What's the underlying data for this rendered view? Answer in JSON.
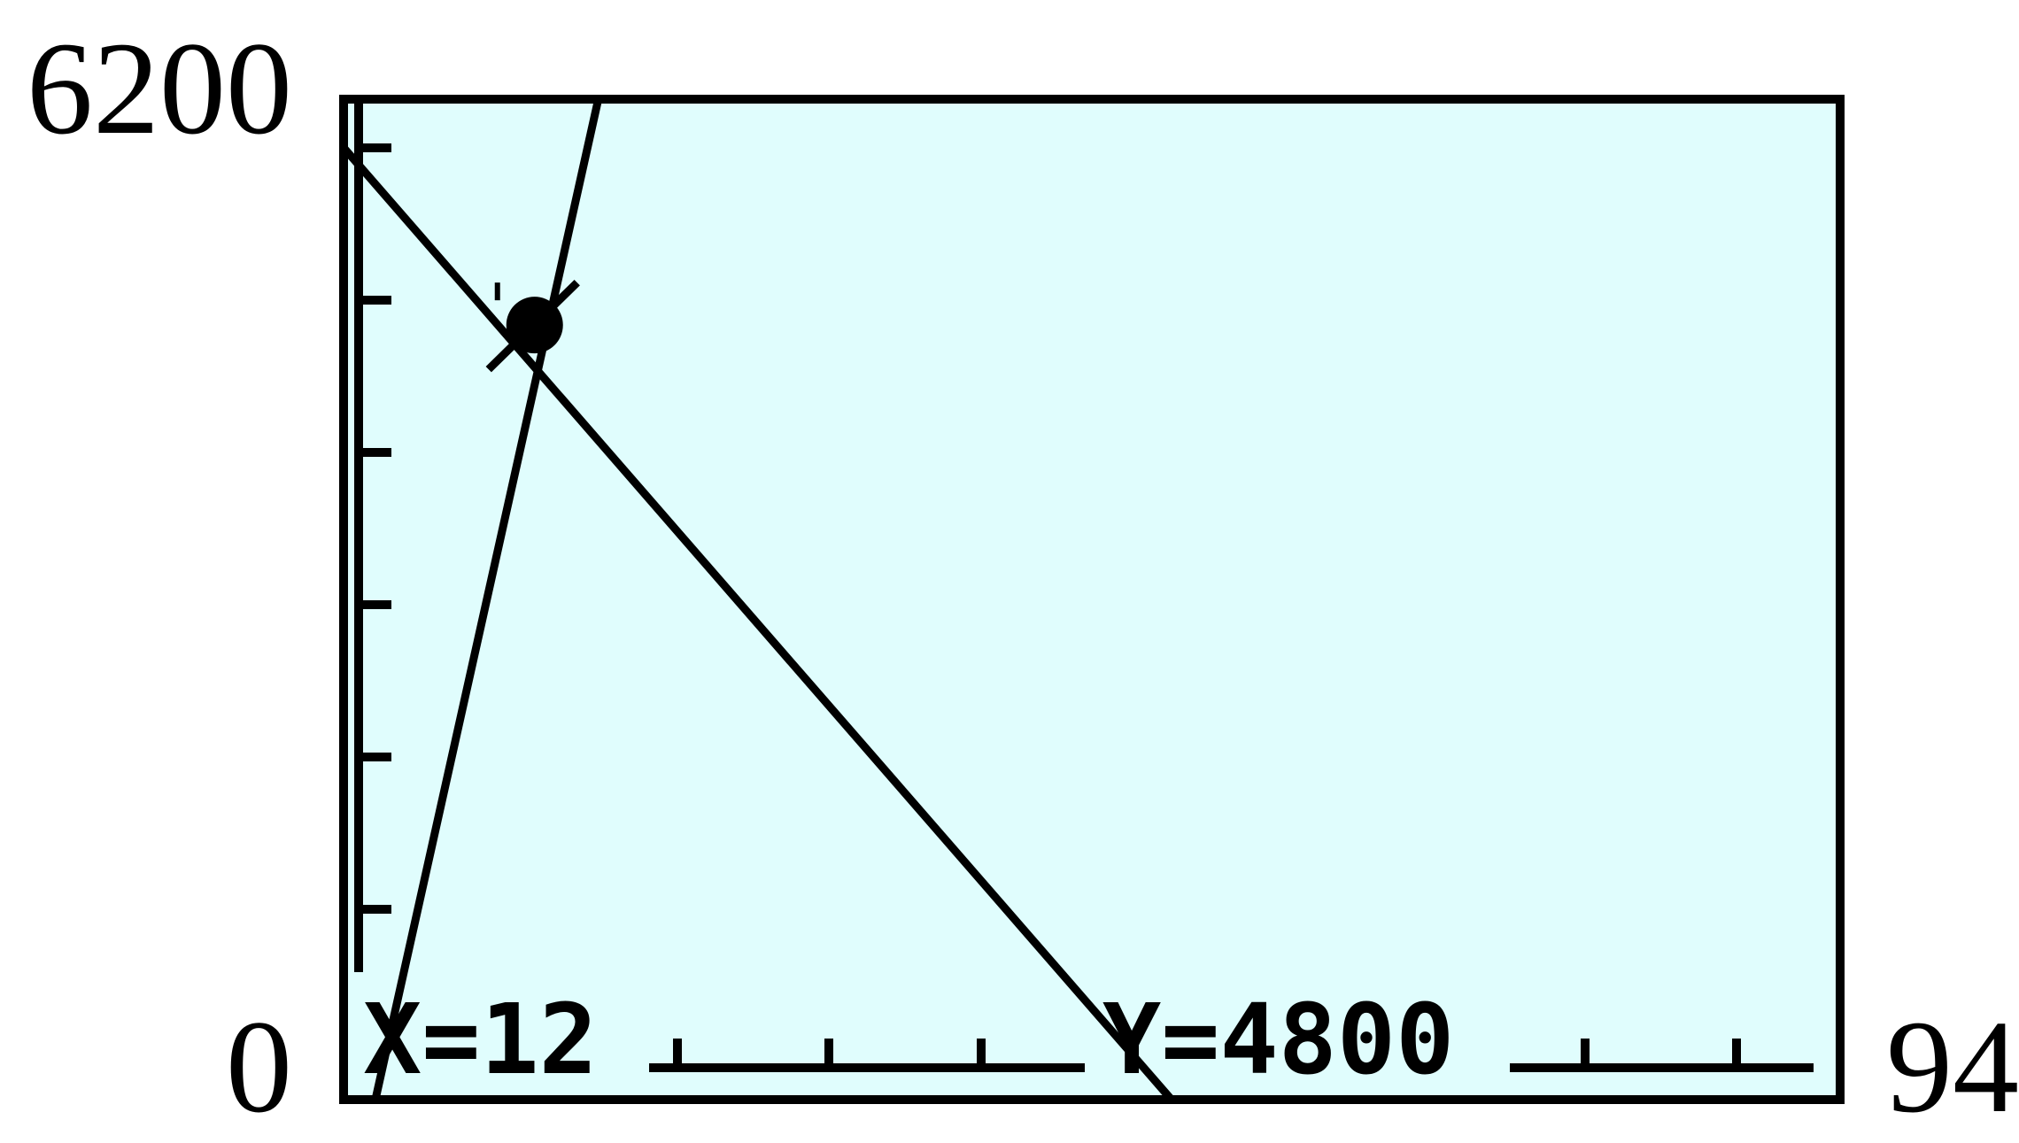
{
  "chart_data": {
    "type": "line",
    "xlim": [
      0,
      94
    ],
    "ylim": [
      0,
      6200
    ],
    "x_min_label": "0",
    "x_max_label": "94",
    "y_max_label": "6200",
    "y_tick_count": 6,
    "x_tick_count": 5,
    "series": [
      {
        "x": [
          2,
          16
        ],
        "y": [
          0,
          6200
        ]
      },
      {
        "x": [
          0,
          52
        ],
        "y": [
          5900,
          0
        ]
      }
    ],
    "intersection": {
      "x": 12,
      "y": 4800
    },
    "readout": {
      "x_text": "X=12",
      "y_text": "Y=4800"
    },
    "colors": {
      "background": "#e0fdfd",
      "line": "#000000"
    }
  }
}
